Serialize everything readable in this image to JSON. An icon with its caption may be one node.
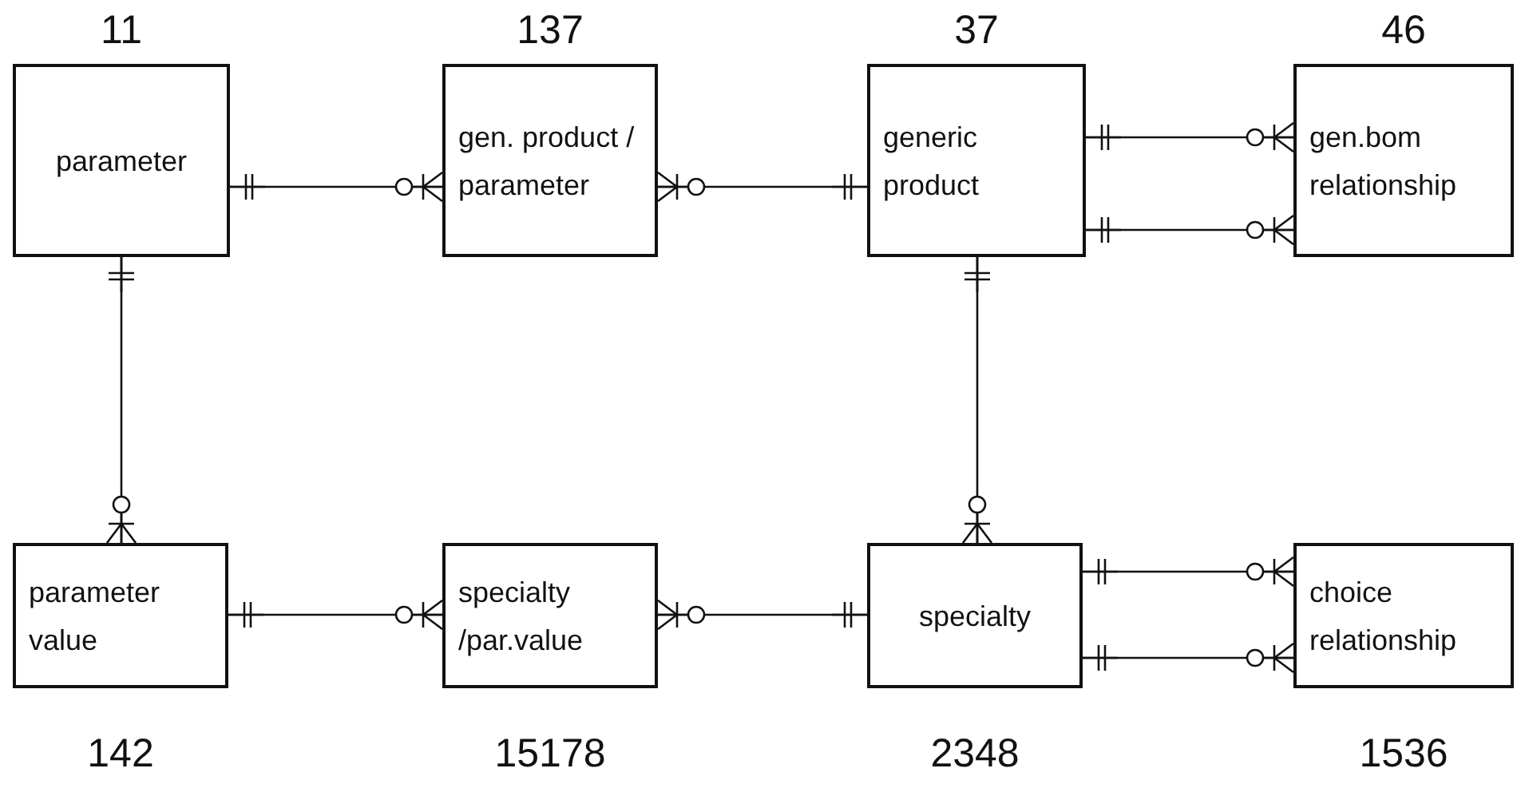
{
  "diagram": {
    "nodes": [
      {
        "text": [
          "parameter"
        ],
        "beside": [
          "11"
        ]
      },
      {
        "text": [
          "gen. product / parameter"
        ],
        "beside": [
          "137"
        ]
      },
      {
        "text": [
          "generic product"
        ],
        "beside": [
          "37"
        ]
      },
      {
        "text": [
          "gen.bom relationship"
        ],
        "beside": [
          "46"
        ]
      },
      {
        "text": [
          "parameter value"
        ],
        "beside": [
          "142"
        ]
      },
      {
        "text": [
          "specialty /par.value"
        ],
        "beside": [
          "15178"
        ]
      },
      {
        "text": [
          "specialty"
        ],
        "beside": [
          "2348"
        ]
      },
      {
        "text": [
          "choice relationship"
        ],
        "beside": [
          "1536"
        ]
      }
    ],
    "edges": [
      {
        "from": 0,
        "to": 1,
        "arrow": "other"
      },
      {
        "from": 2,
        "to": 1,
        "arrow": "other"
      },
      {
        "from": 2,
        "to": 3,
        "arrow": "other"
      },
      {
        "from": 2,
        "to": 3,
        "arrow": "other"
      },
      {
        "from": 0,
        "to": 4,
        "arrow": "other"
      },
      {
        "from": 4,
        "to": 5,
        "arrow": "other"
      },
      {
        "from": 6,
        "to": 5,
        "arrow": "other"
      },
      {
        "from": 2,
        "to": 6,
        "arrow": "other"
      },
      {
        "from": 6,
        "to": 7,
        "arrow": "other"
      },
      {
        "from": 6,
        "to": 7,
        "arrow": "other"
      }
    ]
  }
}
